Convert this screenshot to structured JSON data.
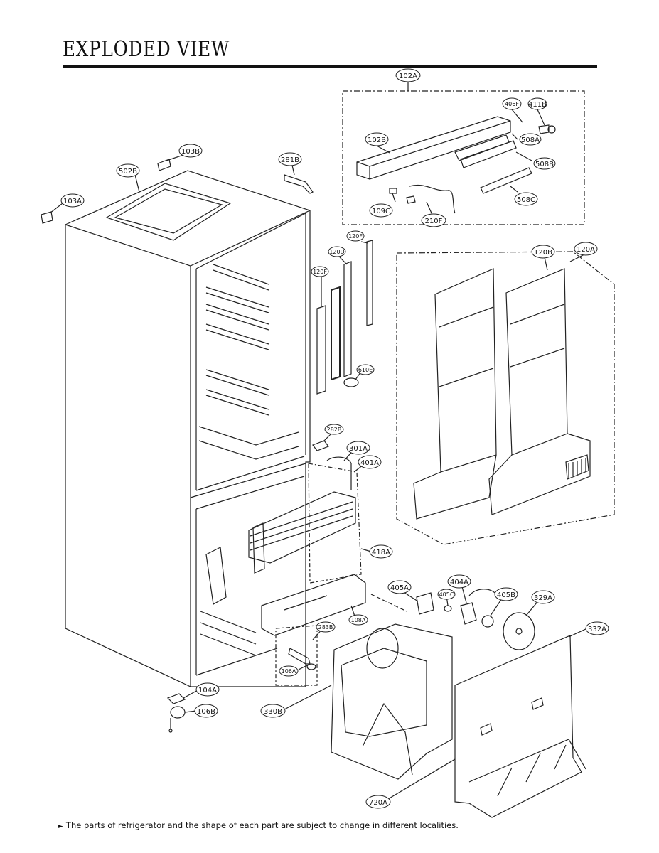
{
  "page": {
    "title": "EXPLODED VIEW",
    "footnote": "The parts of refrigerator and the shape of each part are subject to change in different localities."
  },
  "callouts": {
    "c102A": "102A",
    "c102B": "102B",
    "c406F": "406F",
    "c411B": "411B",
    "c508A": "508A",
    "c508B": "508B",
    "c508C": "508C",
    "c109C": "109C",
    "c210F": "210F",
    "c103B": "103B",
    "c502B": "502B",
    "c103A": "103A",
    "c281B": "281B",
    "c120F_a": "120F",
    "c120D": "120D",
    "c120F_b": "120F",
    "c610E": "610E",
    "c120B": "120B",
    "c120A": "120A",
    "c282B": "282B",
    "c301A": "301A",
    "c401A": "401A",
    "c418A": "418A",
    "c108A": "108A",
    "c405A": "405A",
    "c405C": "405C",
    "c404A": "404A",
    "c405B": "405B",
    "c329A": "329A",
    "c332A": "332A",
    "c283B": "283B",
    "c106A": "106A",
    "c104A": "104A",
    "c106B": "106B",
    "c330B": "330B",
    "c720A": "720A"
  }
}
